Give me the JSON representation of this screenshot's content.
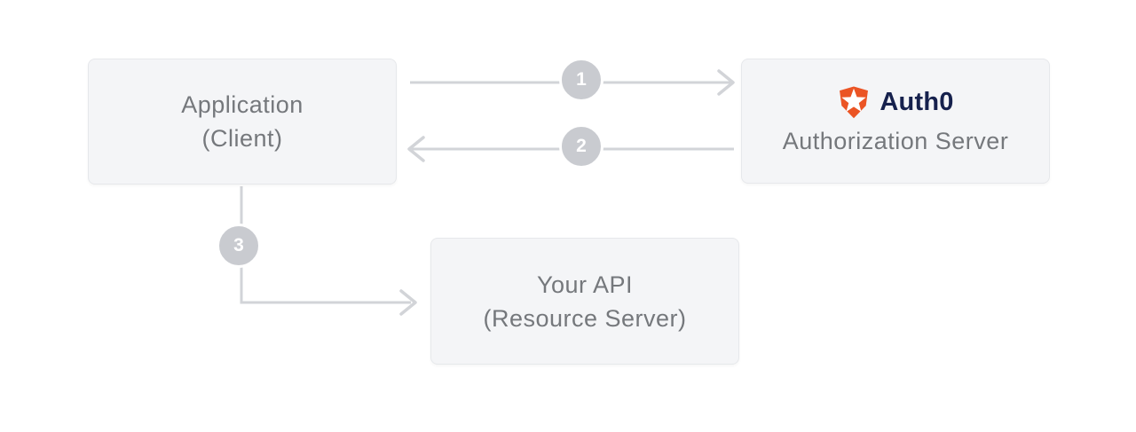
{
  "nodes": {
    "application": {
      "line1": "Application",
      "line2": "(Client)"
    },
    "auth0": {
      "brand": "Auth0",
      "label": "Authorization Server"
    },
    "api": {
      "line1": "Your API",
      "line2": "(Resource Server)"
    }
  },
  "steps": [
    {
      "number": "1"
    },
    {
      "number": "2"
    },
    {
      "number": "3"
    }
  ],
  "icons": {
    "auth0_logo": "auth0-shield-star"
  },
  "colors": {
    "auth0_orange": "#EB5424",
    "auth0_navy": "#16214D",
    "box_fill": "#F4F5F7",
    "box_border": "#E6E8EB",
    "box_text": "#75787C",
    "arrow": "#D2D4D8",
    "badge": "#C9CBD0",
    "badge_text": "#FFFFFF",
    "background": "#FFFFFF"
  }
}
